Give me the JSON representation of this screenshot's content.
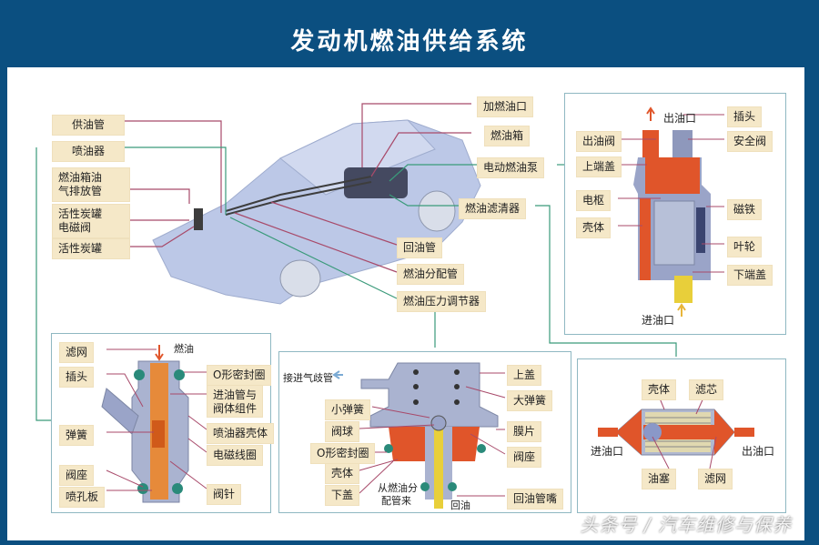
{
  "title": "发动机燃油供给系统",
  "car_panel": {
    "labels_left": [
      "供油管",
      "喷油器",
      "燃油箱油气排放管",
      "活性炭罐电磁阀",
      "活性炭罐"
    ],
    "labels_left_lines": {
      "l0": "供油管",
      "l1": "喷油器",
      "l2a": "燃油箱油",
      "l2b": "气排放管",
      "l3a": "活性炭罐",
      "l3b": "电磁阀",
      "l4": "活性炭罐"
    },
    "labels_right": {
      "r0": "加燃油口",
      "r1": "燃油箱",
      "r2": "电动燃油泵",
      "r3": "燃油滤清器",
      "r4": "回油管",
      "r5": "燃油分配管",
      "r6": "燃油压力调节器"
    }
  },
  "pump_panel": {
    "outlet": "出油口",
    "inlet": "进油口",
    "left": {
      "a": "出油阀",
      "b": "上端盖",
      "c": "电枢",
      "d": "壳体"
    },
    "right": {
      "a": "插头",
      "b": "安全阀",
      "c": "磁铁",
      "d": "叶轮",
      "e": "下端盖"
    }
  },
  "injector_panel": {
    "fuel": "燃油",
    "left": {
      "a": "滤网",
      "b": "插头",
      "c": "弹簧",
      "d": "阀座",
      "e": "喷孔板"
    },
    "right": {
      "a": "O形密封圈",
      "b1": "进油管与",
      "b2": "阀体组件",
      "c": "喷油器壳体",
      "d": "电磁线圈",
      "e": "阀针"
    }
  },
  "regulator_panel": {
    "intake": "接进气歧管",
    "from1": "从燃油分",
    "from2": "配管来",
    "return": "回油",
    "left": {
      "a": "小弹簧",
      "b": "阀球",
      "c": "O形密封圈",
      "d": "壳体",
      "e": "下盖"
    },
    "right": {
      "a": "上盖",
      "b": "大弹簧",
      "c": "膜片",
      "d": "阀座",
      "e": "回油管嘴"
    }
  },
  "filter_panel": {
    "inlet": "进油口",
    "outlet": "出油口",
    "top": {
      "a": "壳体",
      "b": "滤芯"
    },
    "bottom": {
      "a": "油塞",
      "b": "滤网"
    }
  },
  "watermark": "头条号 / 汽车维修与保养",
  "colors": {
    "frame": "#0b4f80",
    "label_bg": "#f5e8c8",
    "leader_red": "#a84a6a",
    "leader_green": "#3a9a7a",
    "part_orange": "#e0552a"
  }
}
